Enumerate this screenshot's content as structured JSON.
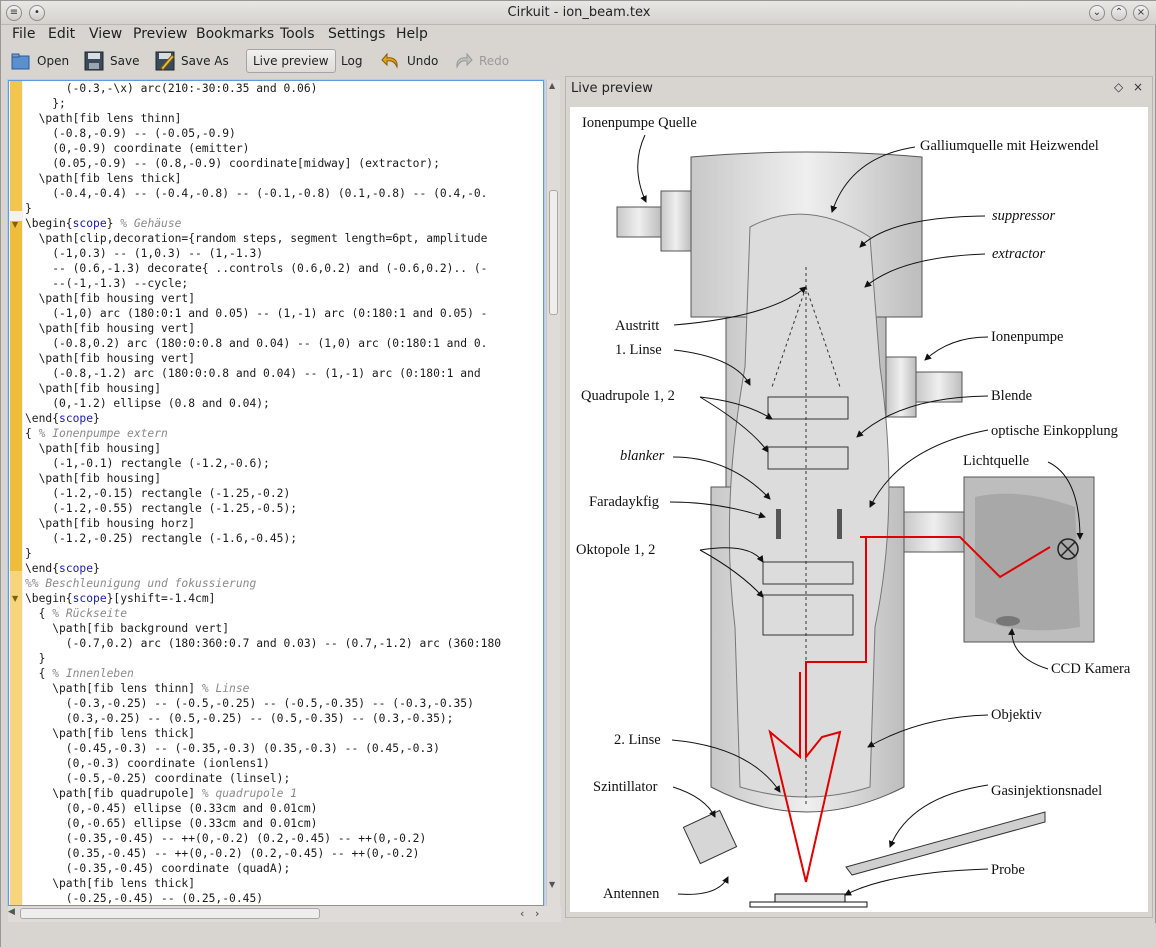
{
  "window": {
    "title": "Cirkuit - ion_beam.tex"
  },
  "menu": [
    "File",
    "Edit",
    "View",
    "Preview",
    "Bookmarks",
    "Tools",
    "Settings",
    "Help"
  ],
  "toolbar": {
    "open": "Open",
    "save": "Save",
    "save_as": "Save As",
    "live_preview": "Live preview",
    "log": "Log",
    "undo": "Undo",
    "redo": "Redo"
  },
  "preview": {
    "title": "Live preview"
  },
  "code_lines": [
    "      (-0.3,-\\x) arc(210:-30:0.35 and 0.06)",
    "    };",
    "  \\path[fib lens thinn]",
    "    (-0.8,-0.9) -- (-0.05,-0.9)",
    "    (0,-0.9) coordinate (emitter)",
    "    (0.05,-0.9) -- (0.8,-0.9) coordinate[midway] (extractor);",
    "  \\path[fib lens thick]",
    "    (-0.4,-0.4) -- (-0.4,-0.8) -- (-0.1,-0.8) (0.1,-0.8) -- (0.4,-0.",
    "}",
    "\\begin{scope} % Gehäuse",
    "  \\path[clip,decoration={random steps, segment length=6pt, amplitude",
    "    (-1,0.3) -- (1,0.3) -- (1,-1.3)",
    "    -- (0.6,-1.3) decorate{ ..controls (0.6,0.2) and (-0.6,0.2).. (-",
    "    --(-1,-1.3) --cycle;",
    "  \\path[fib housing vert]",
    "    (-1,0) arc (180:0:1 and 0.05) -- (1,-1) arc (0:180:1 and 0.05) -",
    "  \\path[fib housing vert]",
    "    (-0.8,0.2) arc (180:0:0.8 and 0.04) -- (1,0) arc (0:180:1 and 0.",
    "  \\path[fib housing vert]",
    "    (-0.8,-1.2) arc (180:0:0.8 and 0.04) -- (1,-1) arc (0:180:1 and",
    "  \\path[fib housing]",
    "    (0,-1.2) ellipse (0.8 and 0.04);",
    "\\end{scope}",
    "{ % Ionenpumpe extern",
    "  \\path[fib housing]",
    "    (-1,-0.1) rectangle (-1.2,-0.6);",
    "  \\path[fib housing]",
    "    (-1.2,-0.15) rectangle (-1.25,-0.2)",
    "    (-1.2,-0.55) rectangle (-1.25,-0.5);",
    "  \\path[fib housing horz]",
    "    (-1.2,-0.25) rectangle (-1.6,-0.45);",
    "}",
    "\\end{scope}",
    "%% Beschleunigung und fokussierung",
    "\\begin{scope}[yshift=-1.4cm]",
    "  { % Rückseite",
    "    \\path[fib background vert]",
    "      (-0.7,0.2) arc (180:360:0.7 and 0.03) -- (0.7,-1.2) arc (360:180",
    "  }",
    "  { % Innenleben",
    "    \\path[fib lens thinn] % Linse",
    "      (-0.3,-0.25) -- (-0.5,-0.25) -- (-0.5,-0.35) -- (-0.3,-0.35)",
    "      (0.3,-0.25) -- (0.5,-0.25) -- (0.5,-0.35) -- (0.3,-0.35);",
    "    \\path[fib lens thick]",
    "      (-0.45,-0.3) -- (-0.35,-0.3) (0.35,-0.3) -- (0.45,-0.3)",
    "      (0,-0.3) coordinate (ionlens1)",
    "      (-0.5,-0.25) coordinate (linsel);",
    "    \\path[fib quadrupole] % quadrupole 1",
    "      (0,-0.45) ellipse (0.33cm and 0.01cm)",
    "      (0,-0.65) ellipse (0.33cm and 0.01cm)",
    "      (-0.35,-0.45) -- ++(0,-0.2) (0.2,-0.45) -- ++(0,-0.2)",
    "      (0.35,-0.45) -- ++(0,-0.2) (0.2,-0.45) -- ++(0,-0.2)",
    "      (-0.35,-0.45) coordinate (quadA);",
    "    \\path[fib lens thick]",
    "      (-0.25,-0.45) -- (0.25,-0.45)"
  ],
  "diagram_labels": {
    "ionenpumpe_quelle": "Ionenpumpe Quelle",
    "galliumquelle": "Galliumquelle mit Heizwendel",
    "suppressor": "suppressor",
    "extractor": "extractor",
    "austritt": "Austritt",
    "linse1": "1. Linse",
    "ionenpumpe": "Ionenpumpe",
    "quadrupole": "Quadrupole 1, 2",
    "blende": "Blende",
    "optische": "optische Einkopplung",
    "blanker": "blanker",
    "lichtquelle": "Lichtquelle",
    "faradaykfig": "Faradaykfig",
    "oktopole": "Oktopole 1, 2",
    "ccd": "CCD Kamera",
    "objektiv": "Objektiv",
    "linse2": "2. Linse",
    "szintillator": "Szintillator",
    "gasinjektion": "Gasinjektionsnadel",
    "probe": "Probe",
    "antennen": "Antennen"
  }
}
